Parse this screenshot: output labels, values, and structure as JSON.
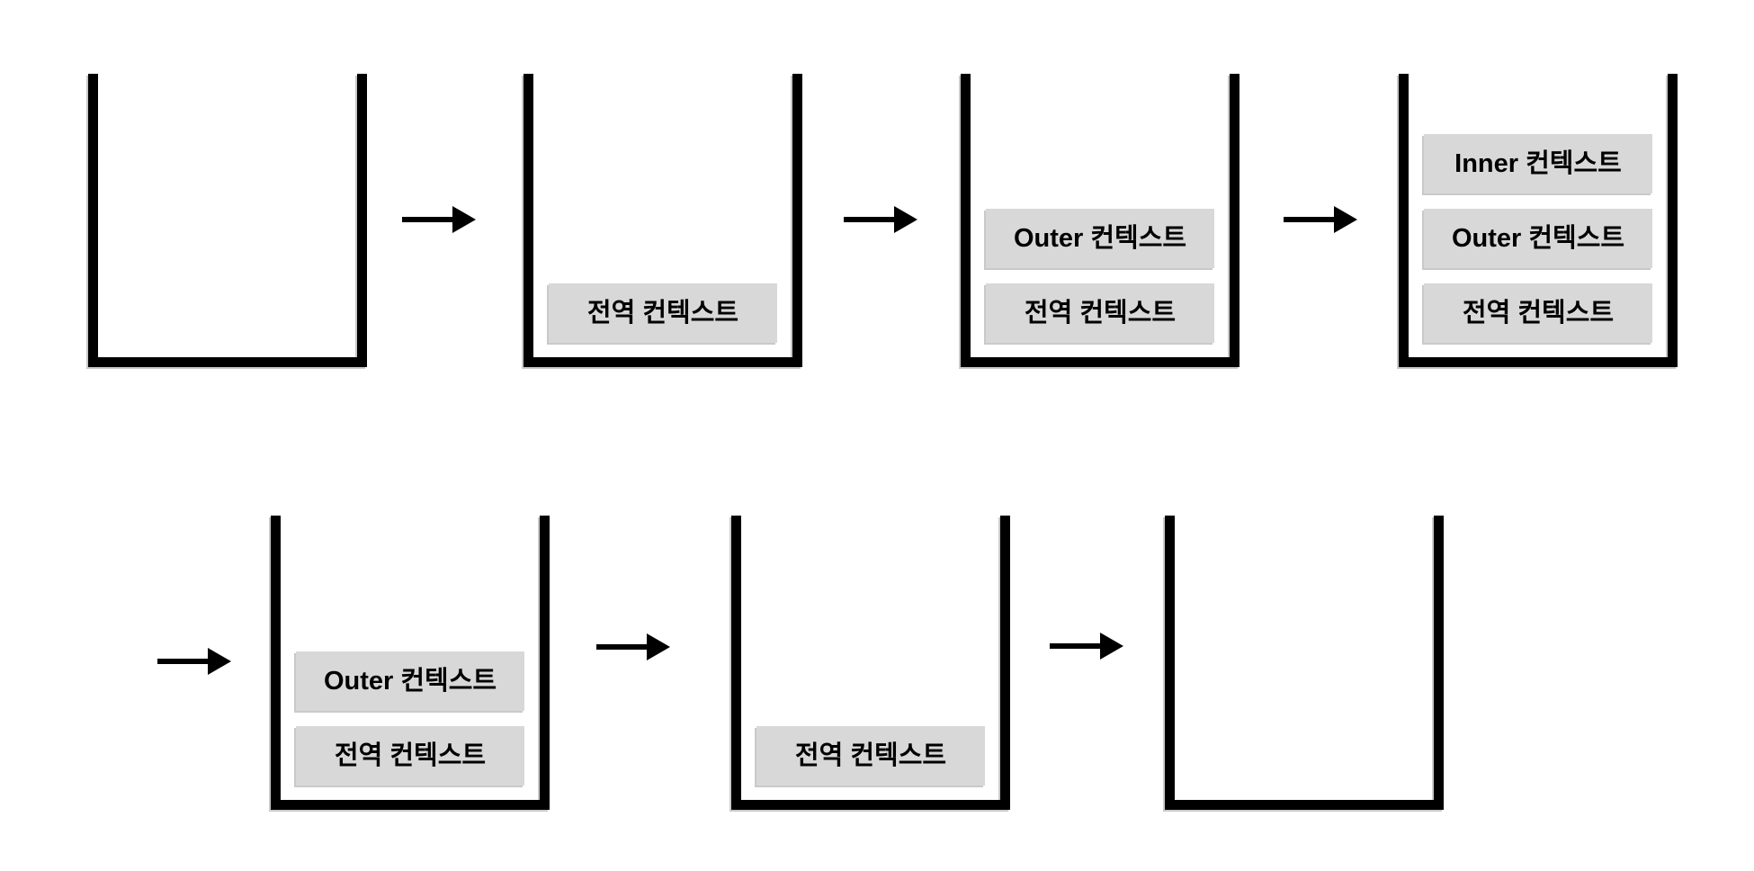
{
  "diagram": {
    "type": "call-stack-progression",
    "frames": [
      {
        "step": 1,
        "items": []
      },
      {
        "step": 2,
        "items": [
          "전역 컨텍스트"
        ]
      },
      {
        "step": 3,
        "items": [
          "Outer 컨텍스트",
          "전역 컨텍스트"
        ]
      },
      {
        "step": 4,
        "items": [
          "Inner 컨텍스트",
          "Outer 컨텍스트",
          "전역 컨텍스트"
        ]
      },
      {
        "step": 5,
        "items": [
          "Outer 컨텍스트",
          "전역 컨텍스트"
        ]
      },
      {
        "step": 6,
        "items": [
          "전역 컨텍스트"
        ]
      },
      {
        "step": 7,
        "items": []
      }
    ],
    "colors": {
      "background": "#ffffff",
      "stack_stroke": "#000000",
      "box_fill": "#d8d8d8",
      "box_text": "#000000",
      "arrow": "#000000"
    }
  }
}
